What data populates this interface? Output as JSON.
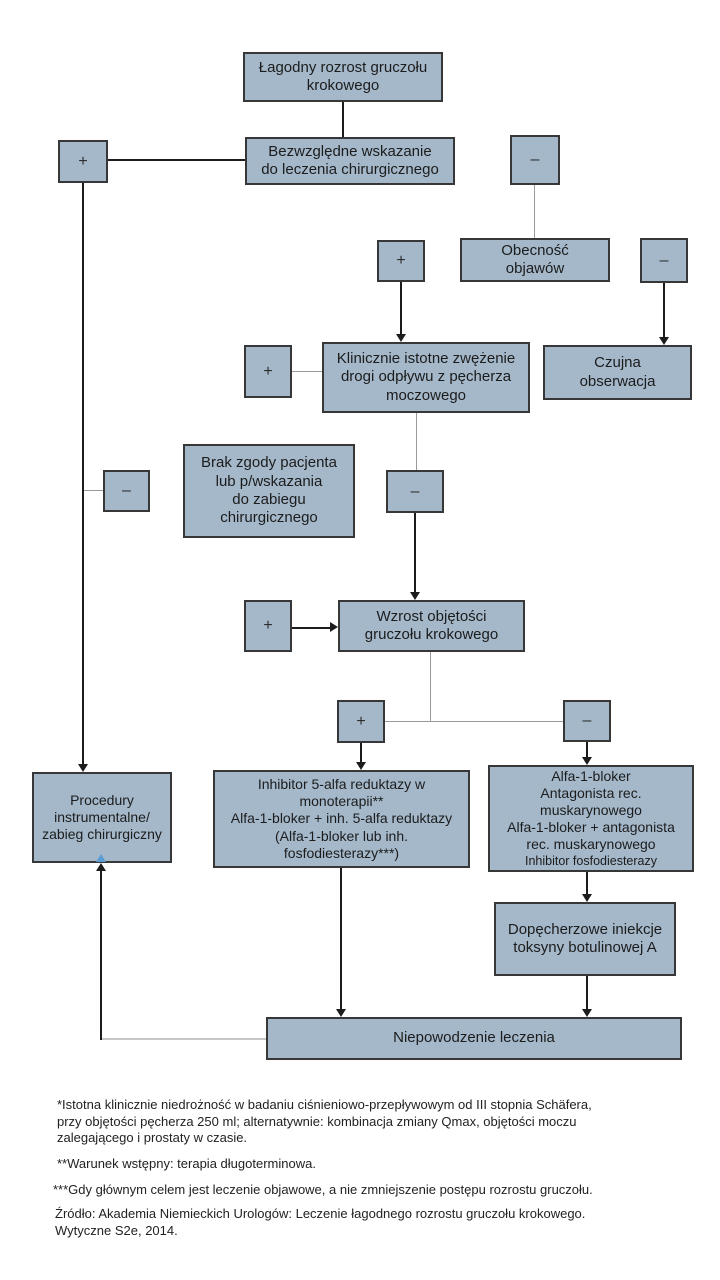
{
  "colors": {
    "box_fill": "#a4b8ca",
    "box_border": "#373737",
    "black_line": "#1c1c1c",
    "gray_line": "#9a9a9a",
    "light_line": "#c6c6c6",
    "blue_arrow": "#5b9bd5"
  },
  "signs": {
    "plus": "+",
    "minus": "–"
  },
  "nodes": {
    "root": "Łagodny rozrost gruczołu\nkrokowego",
    "absolute_indication": "Bezwzględne wskazanie\ndo leczenia chirurgicznego",
    "symptoms": "Obecność\nobjawów",
    "watchful_waiting": "Czujna\nobserwacja",
    "obstruction": "Klinicznie istotne zwężenie\ndrogi odpływu z pęcherza\nmoczowego",
    "no_consent": "Brak zgody pacjenta\nlub p/wskazania\ndo zabiegu\nchirurgicznego",
    "volume_growth": "Wzrost objętości\ngruczołu krokowego",
    "therapy_plus": "Inhibitor 5-alfa reduktazy w\nmonoterapii**\nAlfa-1-bloker + inh. 5-alfa reduktazy\n(Alfa-1-bloker lub inh.\nfosfodiesterazy***)",
    "therapy_minus_main": "Alfa-1-bloker\nAntagonista rec.\nmuskarynowego\nAlfa-1-bloker + antagonista\nrec. muskarynowego",
    "therapy_minus_small": "Inhibitor fosfodiesterazy",
    "procedures": "Procedury\ninstrumentalne/\nzabieg chirurgiczny",
    "botulinum": "Dopęcherzowe iniekcje\ntoksyny botulinowej A",
    "treatment_failure": "Niepowodzenie leczenia"
  },
  "footnotes": {
    "note1": "*Istotna klinicznie niedrożność w badaniu ciśnieniowo-przepływowym od III stopnia Schäfera,\nprzy objętości pęcherza 250 ml; alternatywnie: kombinacja zmiany Qmax, objętości moczu\nzalegającego i prostaty w czasie.",
    "note2": "**Warunek wstępny: terapia długoterminowa.",
    "note3": "***Gdy głównym celem jest leczenie objawowe, a nie zmniejszenie postępu rozrostu gruczołu.",
    "source": "Źródło: Akademia Niemieckich Urologów: Leczenie łagodnego rozrostu gruczołu krokowego.\nWytyczne S2e, 2014."
  }
}
